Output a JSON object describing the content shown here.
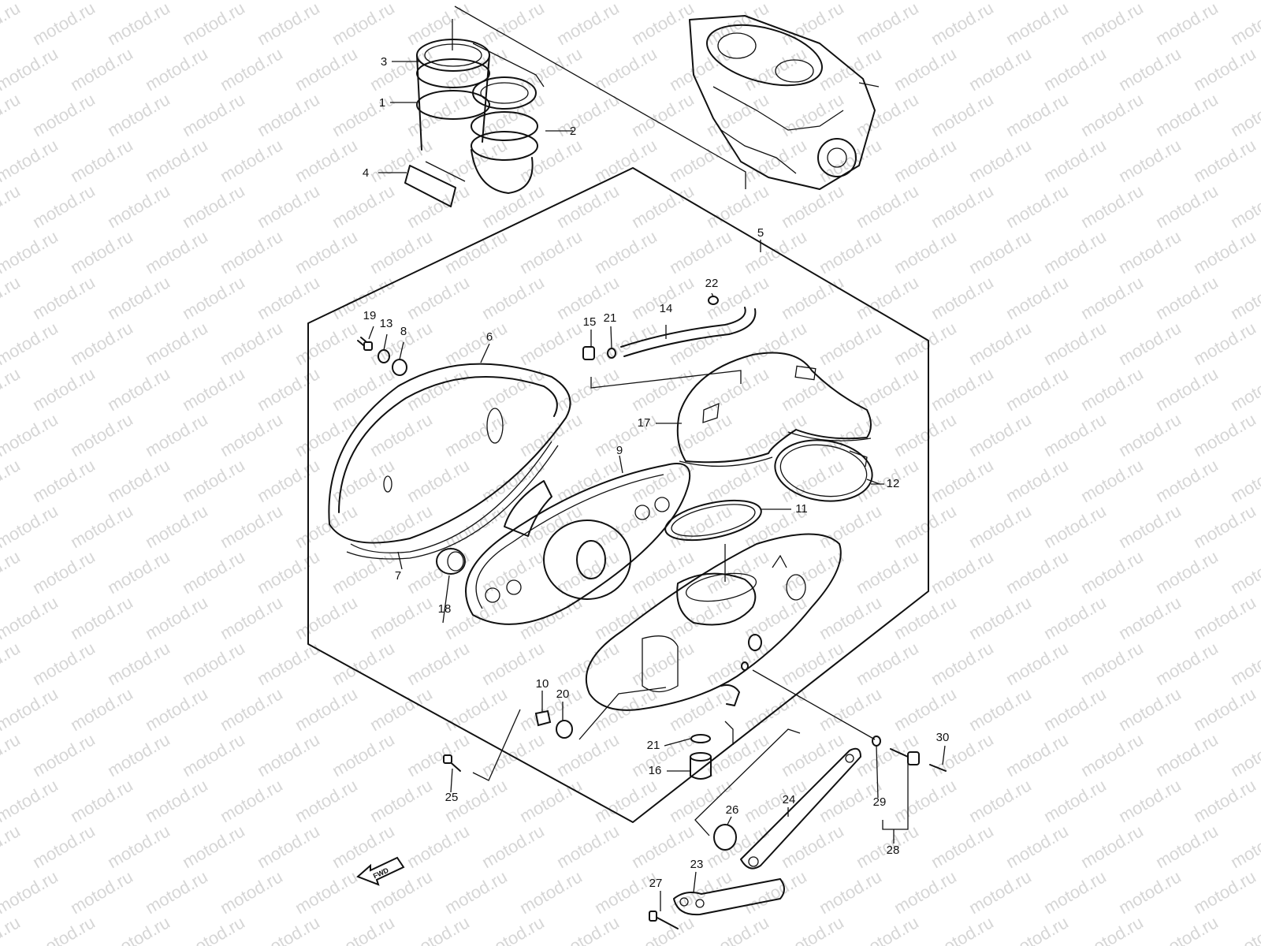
{
  "watermark": "motod.ru",
  "fwd_label": "FWD",
  "callouts": {
    "c1": "1",
    "c2": "2",
    "c3": "3",
    "c4": "4",
    "c5": "5",
    "c6": "6",
    "c7": "7",
    "c8": "8",
    "c9": "9",
    "c10": "10",
    "c11": "11",
    "c12": "12",
    "c13": "13",
    "c14": "14",
    "c15": "15",
    "c16": "16",
    "c17": "17",
    "c18": "18",
    "c19": "19",
    "c20": "20",
    "c21a": "21",
    "c21b": "21",
    "c22": "22",
    "c23": "23",
    "c24": "24",
    "c25": "25",
    "c26": "26",
    "c27": "27",
    "c28": "28",
    "c29": "29",
    "c30": "30"
  }
}
